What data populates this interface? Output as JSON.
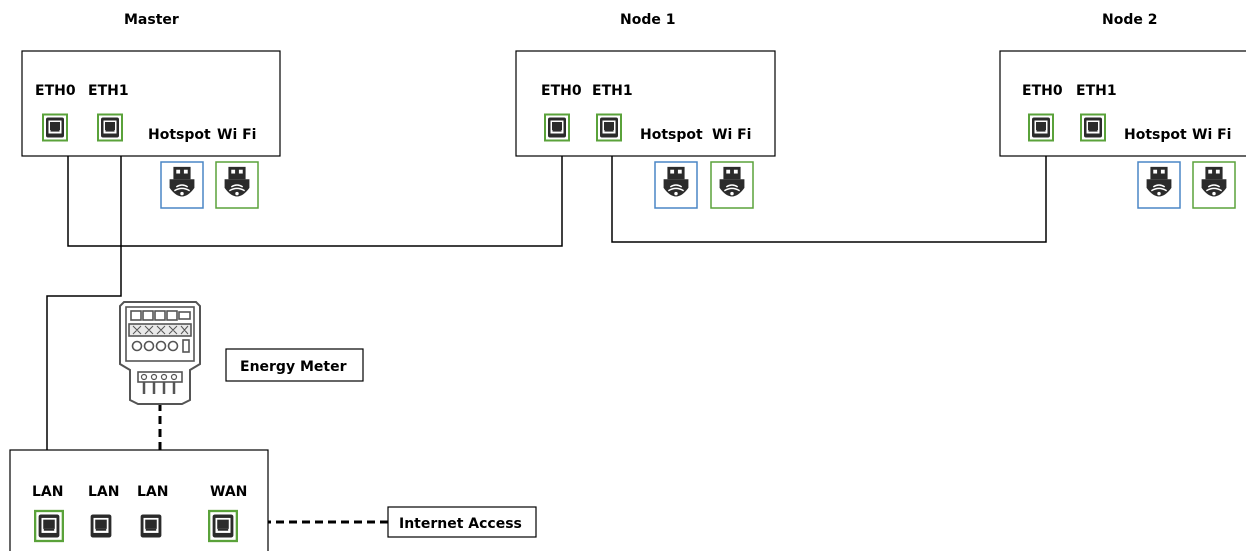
{
  "diagram": {
    "master": {
      "title": "Master",
      "eth0": "ETH0",
      "eth1": "ETH1",
      "hotspot": "Hotspot",
      "wifi": "Wi Fi"
    },
    "node1": {
      "title": "Node 1",
      "eth0": "ETH0",
      "eth1": "ETH1",
      "hotspot": "Hotspot",
      "wifi": "Wi Fi"
    },
    "node2": {
      "title": "Node 2",
      "eth0": "ETH0",
      "eth1": "ETH1",
      "hotspot": "Hotspot",
      "wifi": "Wi Fi"
    },
    "router": {
      "lan1": "LAN",
      "lan2": "LAN",
      "lan3": "LAN",
      "wan": "WAN"
    },
    "energy_meter": "Energy Meter",
    "internet_access": "Internet Access",
    "colors": {
      "port_green": "#5aa23a",
      "dongle_blue": "#4a86c5",
      "dongle_green": "#5aa23a"
    }
  }
}
